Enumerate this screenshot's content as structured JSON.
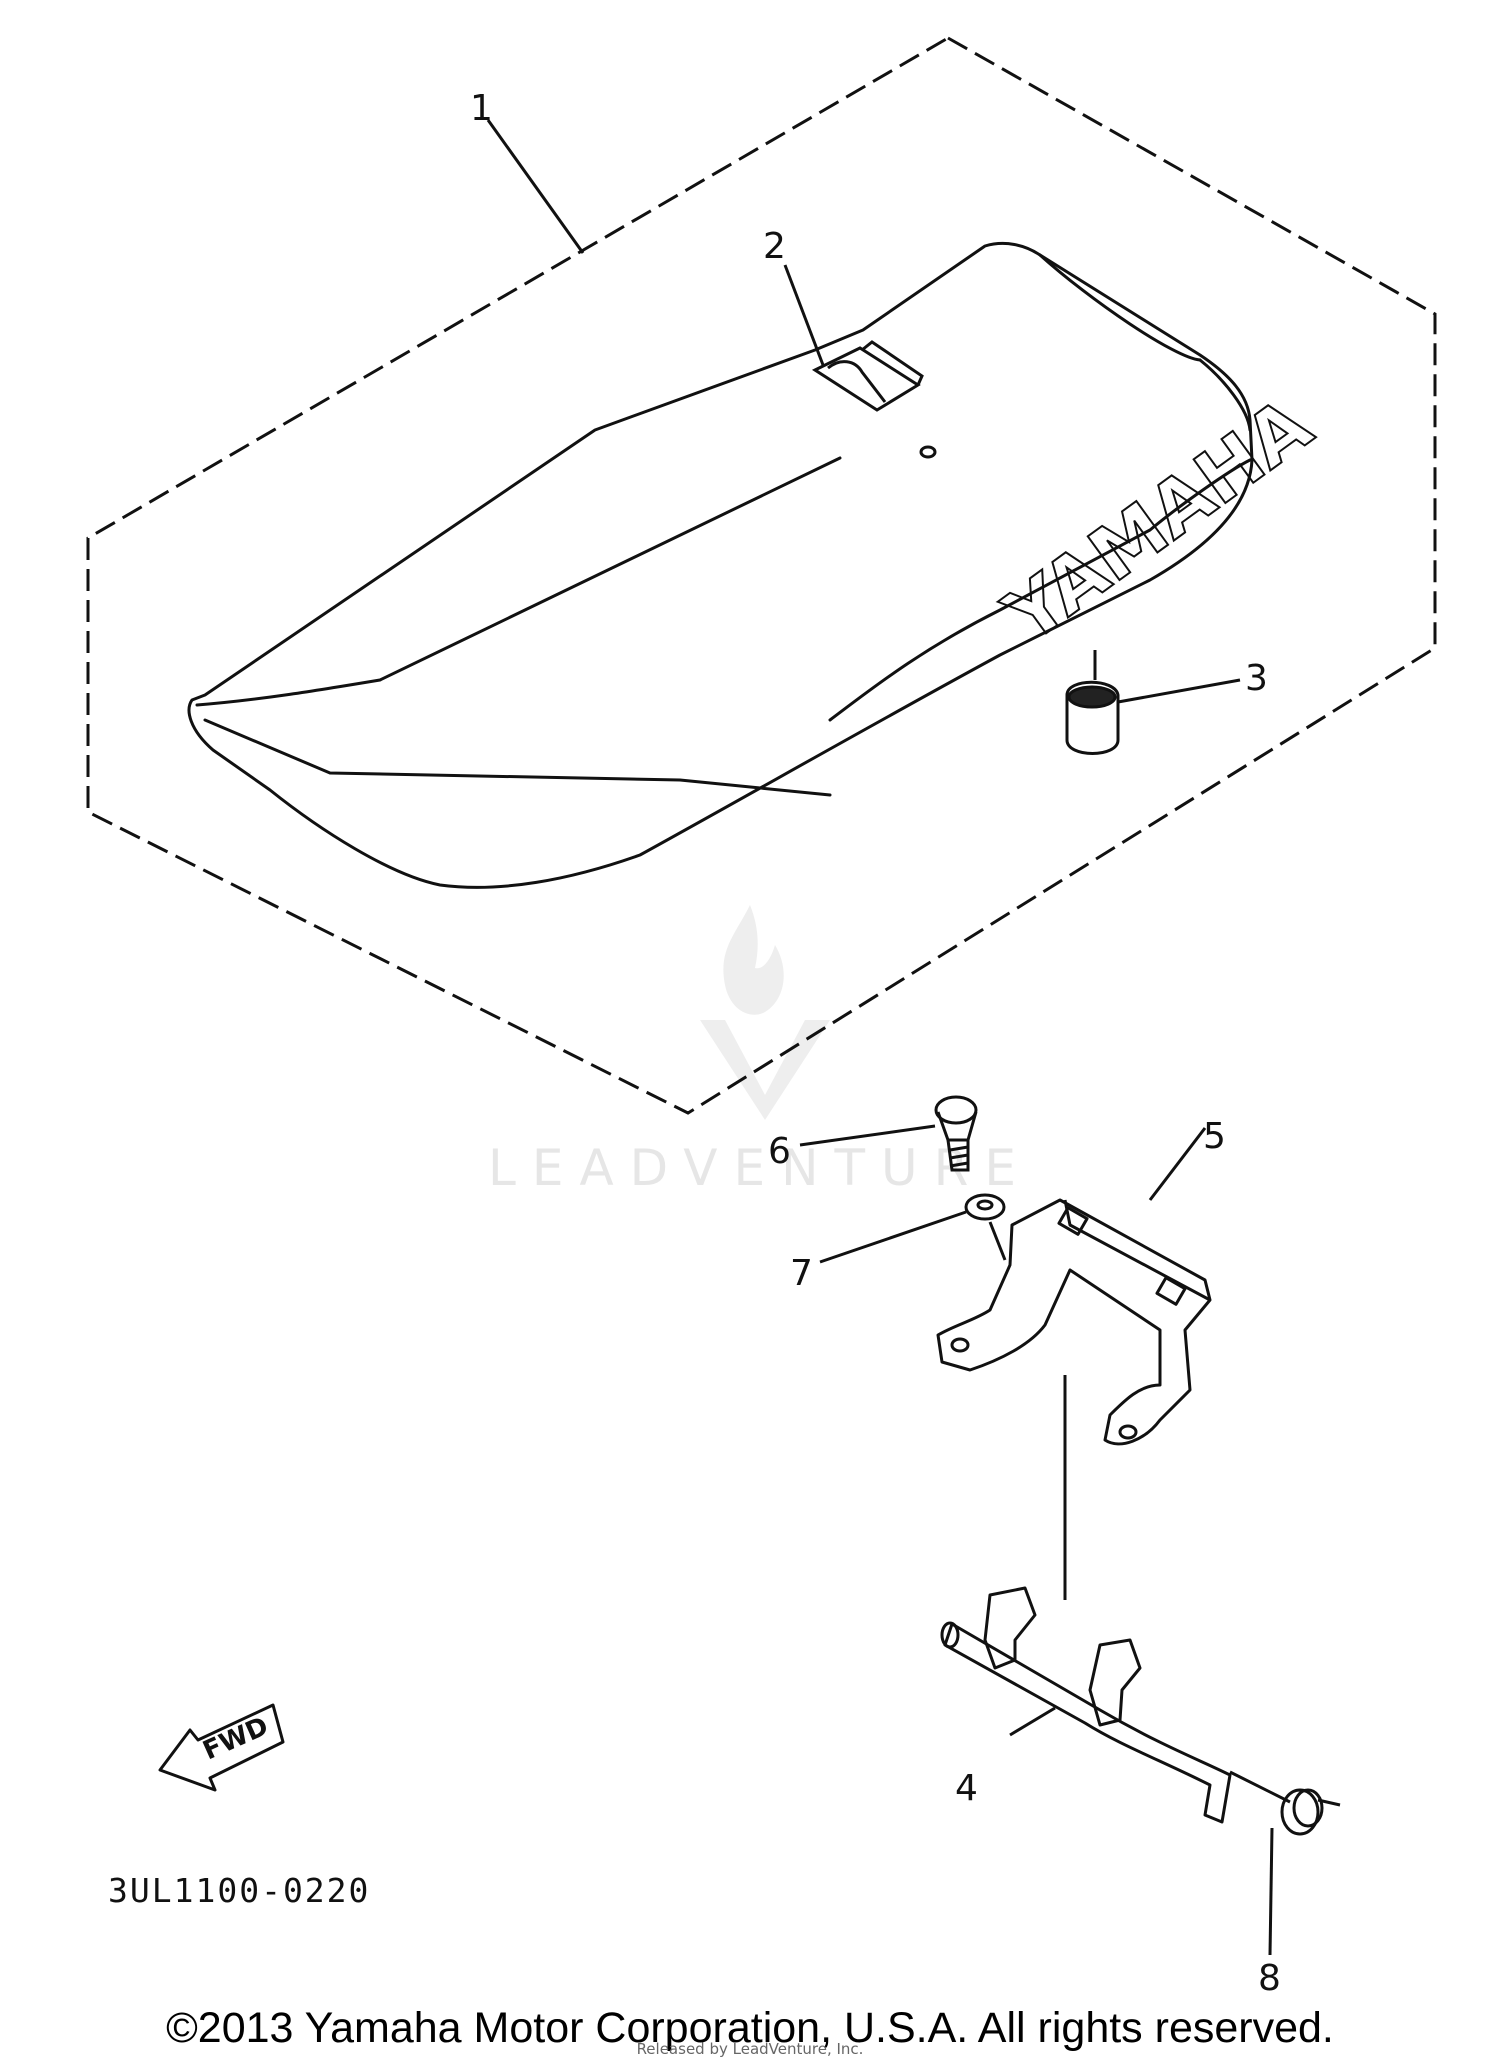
{
  "diagram": {
    "callouts": [
      {
        "id": "1",
        "label": "1"
      },
      {
        "id": "2",
        "label": "2"
      },
      {
        "id": "3",
        "label": "3"
      },
      {
        "id": "4",
        "label": "4"
      },
      {
        "id": "5",
        "label": "5"
      },
      {
        "id": "6",
        "label": "6"
      },
      {
        "id": "7",
        "label": "7"
      },
      {
        "id": "8",
        "label": "8"
      }
    ],
    "seat_brand": "YAMAHA",
    "direction_label": "FWD",
    "part_code": "3UL1100-0220",
    "watermark": "LEADVENTURE"
  },
  "footer": {
    "copyright": "©2013 Yamaha Motor Corporation, U.S.A. All rights reserved.",
    "released": "Released by LeadVenture, Inc."
  },
  "colors": {
    "line": "#111111",
    "watermark": "#e6e6e6",
    "background": "#ffffff"
  }
}
